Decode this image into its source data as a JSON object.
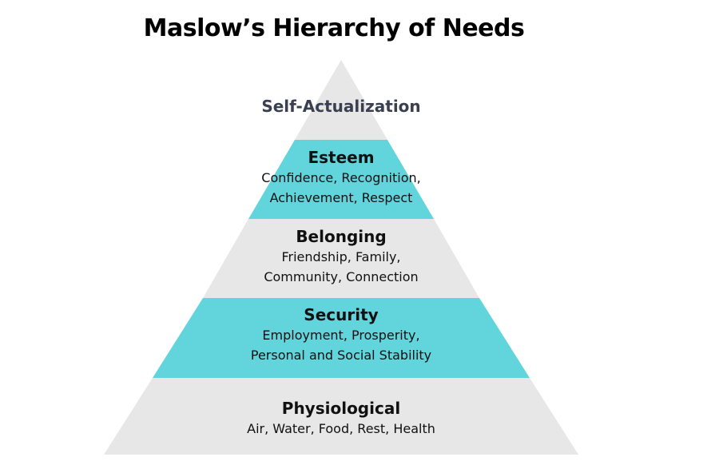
{
  "title": "Maslow’s Hierarchy of Needs",
  "colors": {
    "gray_band": "#e7e7e7",
    "teal_band": "#62d4dc",
    "title_text": "#000000",
    "top_label": "#3a4050"
  },
  "levels": [
    {
      "name": "Self-Actualization",
      "desc_line1": "",
      "desc_line2": "",
      "color": "gray"
    },
    {
      "name": "Esteem",
      "desc_line1": "Confidence, Recognition,",
      "desc_line2": "Achievement, Respect",
      "color": "teal"
    },
    {
      "name": "Belonging",
      "desc_line1": "Friendship, Family,",
      "desc_line2": "Community, Connection",
      "color": "gray"
    },
    {
      "name": "Security",
      "desc_line1": "Employment, Prosperity,",
      "desc_line2": "Personal and Social Stability",
      "color": "teal"
    },
    {
      "name": "Physiological",
      "desc_line1": "Air, Water, Food, Rest, Health",
      "desc_line2": "",
      "color": "gray"
    }
  ]
}
